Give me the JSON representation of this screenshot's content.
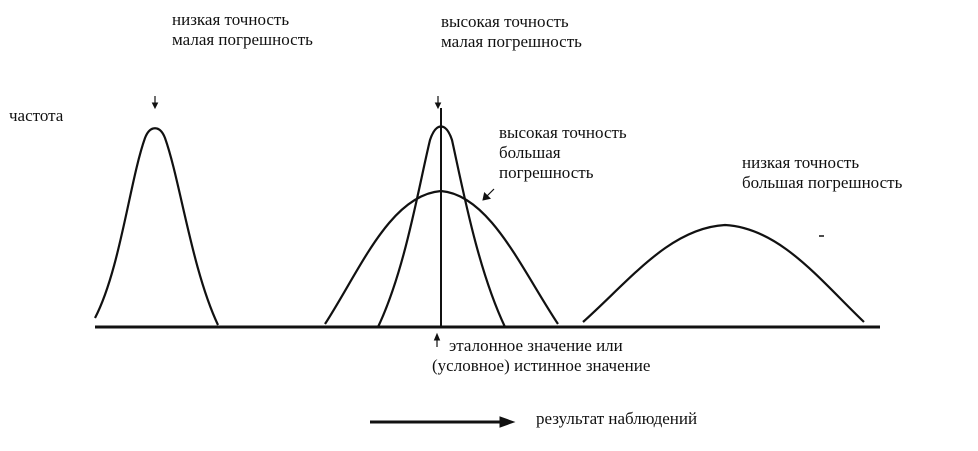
{
  "labels": {
    "low_precision_small_error": [
      "низкая точность",
      "малая погрешность"
    ],
    "high_precision_small_error": [
      "высокая точность",
      "малая погрешность"
    ],
    "frequency": "частота",
    "high_precision_large_error": [
      "высокая точность",
      "большая",
      "погрешность"
    ],
    "low_precision_large_error": [
      "низкая точность",
      "большая погрешность"
    ],
    "reference_value": [
      "эталонное значение или",
      "(условное) истинное значение"
    ],
    "observation_result": "результат наблюдений"
  },
  "colors": {
    "stroke": "#111111",
    "background": "#ffffff"
  }
}
